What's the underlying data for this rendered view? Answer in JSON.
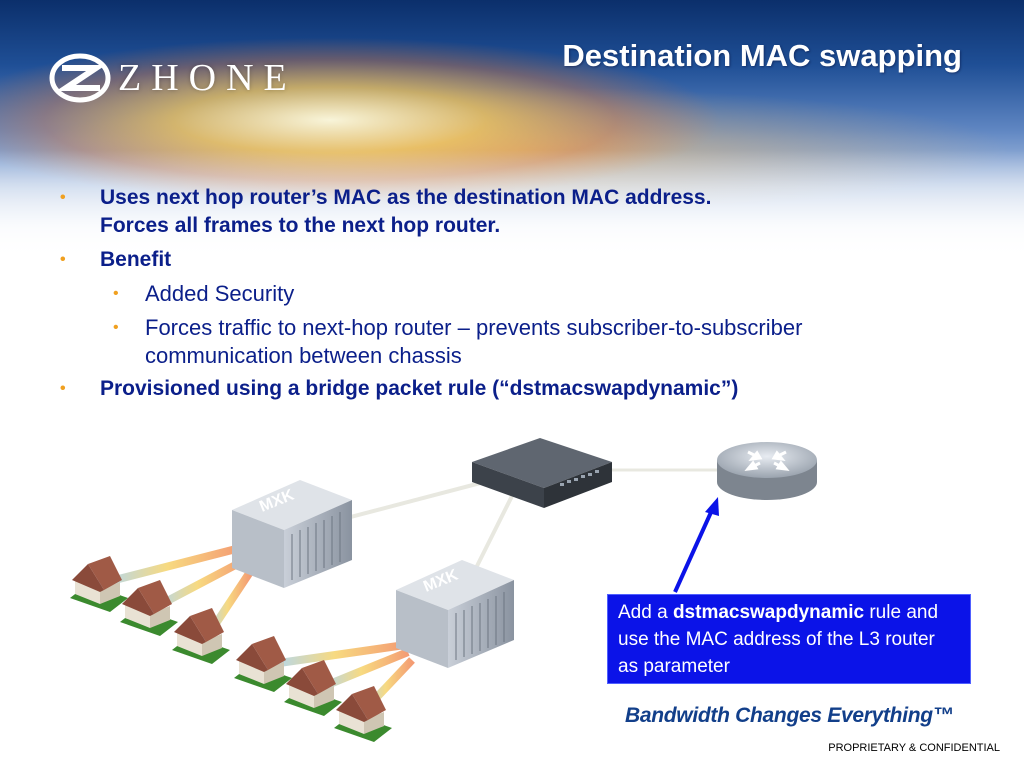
{
  "header": {
    "logo_text": "ZHONE",
    "title": "Destination MAC swapping"
  },
  "bullets": [
    {
      "level": 1,
      "lines": [
        "Uses next hop router’s MAC as the destination MAC address.",
        "Forces all frames to the next hop router."
      ]
    },
    {
      "level": 1,
      "lines": [
        "Benefit"
      ]
    },
    {
      "level": 2,
      "lines": [
        "Added Security"
      ]
    },
    {
      "level": 2,
      "lines": [
        "Forces traffic to next-hop router – prevents subscriber-to-subscriber",
        "communication between chassis"
      ]
    },
    {
      "level": 1,
      "lines": [
        "Provisioned using a bridge packet rule (“dstmacswapdynamic”)"
      ]
    }
  ],
  "diagram": {
    "chassis_label": "MXK",
    "callout": {
      "prefix": "Add a ",
      "bold": "dstmacswapdynamic",
      "suffix": " rule and use the MAC address of the L3 router as parameter"
    },
    "colors": {
      "callout_bg": "#0b13e8",
      "arrow": "#0b13e8",
      "bullet_text": "#0b1f8a",
      "bullet_dot": "#f0a020"
    }
  },
  "tagline": "Bandwidth Changes Everything™",
  "footer": "PROPRIETARY & CONFIDENTIAL"
}
